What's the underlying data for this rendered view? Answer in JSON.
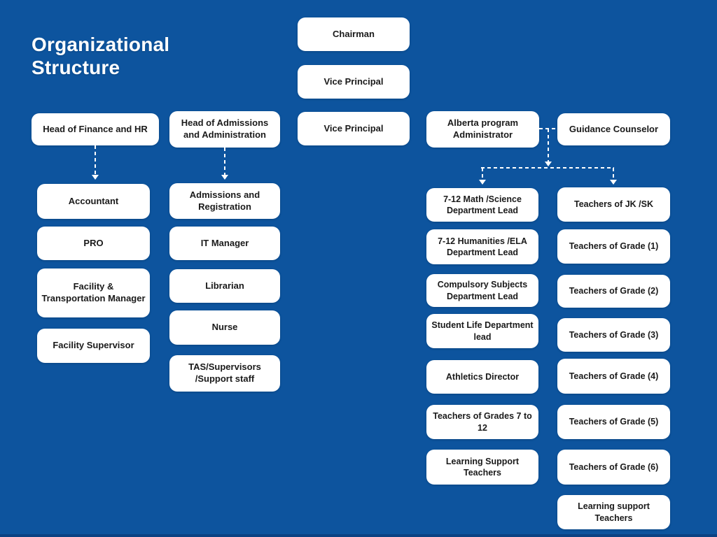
{
  "title": {
    "line1": "Organizational",
    "line2": "Structure"
  },
  "colors": {
    "bg": "#0D549E",
    "box-bg": "#FFFFFF",
    "box-text": "#1A1A1A",
    "title": "#FFFFFF",
    "connector": "#FFFFFF",
    "strip": "#0B4283"
  },
  "top_chain": [
    "Chairman",
    "Vice Principal",
    "Vice Principal"
  ],
  "finance": {
    "head": "Head of Finance and HR",
    "children": [
      "Accountant",
      "PRO",
      "Facility & Transportation Manager",
      "Facility Supervisor"
    ]
  },
  "admissions": {
    "head": "Head of Admissions and Administration",
    "children": [
      "Admissions and Registration",
      "IT Manager",
      "Librarian",
      "Nurse",
      "TAS/Supervisors /Support staff"
    ]
  },
  "alberta": {
    "head": "Alberta program Administrator",
    "counselor": "Guidance Counselor",
    "departments": [
      "7-12 Math /Science Department Lead",
      "7-12 Humanities /ELA Department Lead",
      "Compulsory Subjects Department Lead",
      "Student Life Department lead",
      "Athletics Director",
      "Teachers of Grades 7 to 12",
      "Learning Support Teachers"
    ],
    "teachers": [
      "Teachers of JK /SK",
      "Teachers of Grade (1)",
      "Teachers of Grade (2)",
      "Teachers of Grade (3)",
      "Teachers of Grade (4)",
      "Teachers of Grade (5)",
      "Teachers of Grade (6)",
      "Learning support Teachers"
    ]
  }
}
